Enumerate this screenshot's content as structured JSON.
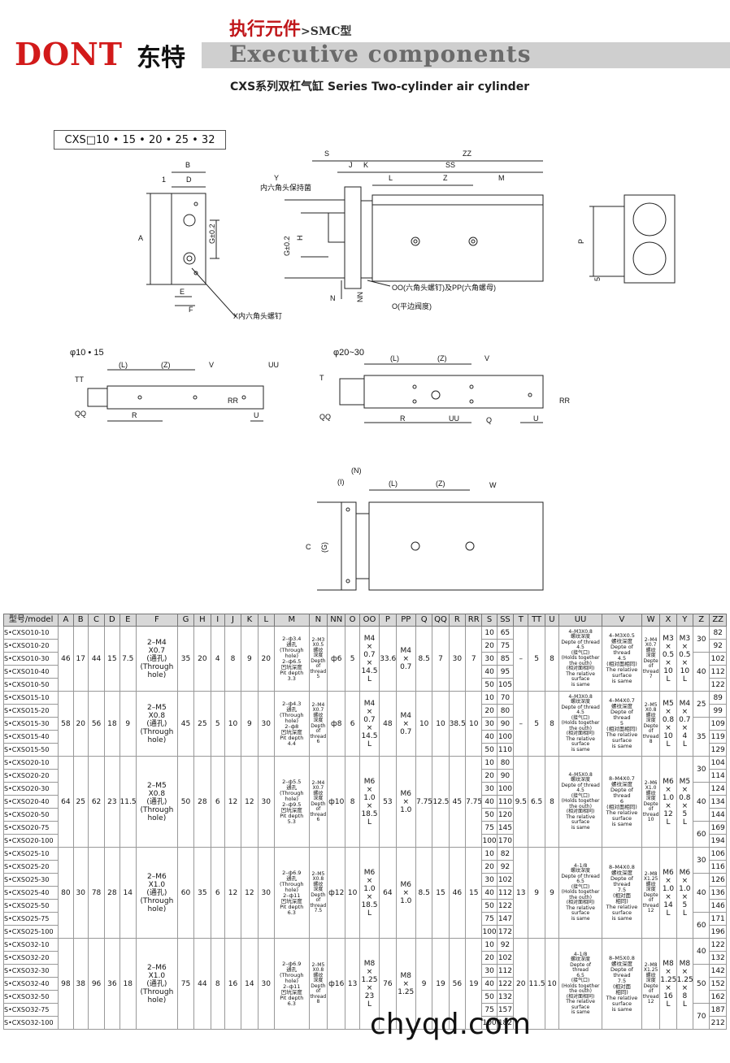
{
  "header": {
    "brand": "DONT",
    "brand_cn": "东特",
    "title_cn": "执行元件",
    "title_sub": ">SMC型",
    "banner": "Executive components",
    "series": "CXS系列双杠气缸  Series Two-cylinder air cylinder"
  },
  "drawing": {
    "model_range": "CXS□10 • 15 • 20 • 25 • 32",
    "label_phi_small": "φ10 • 15",
    "label_phi_large": "φ20~30",
    "note_hex_holder": "内六角头保持菌",
    "note_hex_screw": "X内六角头螺钉",
    "note_oo_pp": "OO(六角头螺钉)及PP(六角螺母)",
    "note_o": "O(平边阀度)",
    "dims": {
      "a": "A",
      "b": "B",
      "d": "D",
      "one": "1",
      "g": "G±0.2",
      "e": "E",
      "f": "F",
      "s": "S",
      "zz": "ZZ",
      "ss": "SS",
      "j": "J",
      "k": "K",
      "l": "L",
      "z": "Z",
      "m": "M",
      "y": "Y",
      "g2": "G±0.2",
      "h": "H",
      "n": "N",
      "nn": "NN",
      "p": "P",
      "five": "5",
      "paren_l": "(L)",
      "paren_z": "(Z)",
      "v": "V",
      "uu": "UU",
      "tt": "TT",
      "rr": "RR",
      "qq": "QQ",
      "r": "R",
      "u": "U",
      "t": "T",
      "q": "Q",
      "paren_n": "(N)",
      "paren_i": "(I)",
      "w": "W",
      "c": "C",
      "paren_g": "(G)"
    }
  },
  "table": {
    "headers": [
      "型号/model",
      "A",
      "B",
      "C",
      "D",
      "E",
      "F",
      "G",
      "H",
      "I",
      "J",
      "K",
      "L",
      "M",
      "N",
      "NN",
      "O",
      "OO",
      "P",
      "PP",
      "Q",
      "QQ",
      "R",
      "RR",
      "S",
      "SS",
      "T",
      "TT",
      "U",
      "UU",
      "V",
      "W",
      "X",
      "Y",
      "Z",
      "ZZ"
    ],
    "groups": [
      {
        "models": [
          "S•CXSO10-10",
          "S•CXSO10-20",
          "S•CXSO10-30",
          "S•CXSO10-40",
          "S•CXSO10-50"
        ],
        "S": [
          "10",
          "20",
          "30",
          "40",
          "50"
        ],
        "SS": [
          "65",
          "75",
          "85",
          "95",
          "105"
        ],
        "ZZ": [
          "82",
          "92",
          "102",
          "112",
          "122"
        ],
        "Z": [
          {
            "v": "30",
            "span": 2
          },
          {
            "v": "40",
            "span": 3
          }
        ],
        "common": {
          "A": "46",
          "B": "17",
          "C": "44",
          "D": "15",
          "E": "7.5",
          "F": "2–M4\nX0.7\n(通孔)\n(Through\nhole)",
          "G": "35",
          "H": "20",
          "I": "4",
          "J": "8",
          "K": "9",
          "L": "20",
          "M": "2–ф3.4\n通孔\n(Through\nhole)\n2–ф6.5\n凹坑深度\nPit depth\n3.3",
          "N": "2–M3\nX0.5\n螺纹\n深度\nDepth\nof\nthread\n5",
          "NN": "ф6",
          "O": "5",
          "OO": "M4\n×\n0.7\n×\n14.5\nL",
          "P": "33.6",
          "PP": "M4\n×\n0.7",
          "Q": "8.5",
          "QQ": "7",
          "R": "30",
          "RR": "7",
          "T": "–",
          "TT": "5",
          "U": "8",
          "UU": "4–M3X0.8\n螺纹深度\nDepte of thread\n4.5\n(接气口)\n(Holds together\nthe outh)\n(相对面相同)\nThe relative\nsurface\nis same",
          "V": "4–M3X0.5\n螺纹深度\nDepte of\nthread\n4.5\n(相对面相同)\nThe relative\nsurface\nis same",
          "W": "2–M4\nX0.7\n螺纹\n深度\nDepte\nof\nthread\n7",
          "X": "M3\n×\n0.5\n×\n10\nL",
          "Y": "M3\n×\n0.5\n×\n10\nL"
        }
      },
      {
        "models": [
          "S•CXSO15-10",
          "S•CXSO15-20",
          "S•CXSO15-30",
          "S•CXSO15-40",
          "S•CXSO15-50"
        ],
        "S": [
          "10",
          "20",
          "30",
          "40",
          "50"
        ],
        "SS": [
          "70",
          "80",
          "90",
          "100",
          "110"
        ],
        "ZZ": [
          "89",
          "99",
          "109",
          "119",
          "129"
        ],
        "Z": [
          {
            "v": "25",
            "span": 2
          },
          {
            "v": "35",
            "span": 3
          }
        ],
        "common": {
          "A": "58",
          "B": "20",
          "C": "56",
          "D": "18",
          "E": "9",
          "F": "2–M5\nX0.8\n(通孔)\n(Through\nhole)",
          "G": "45",
          "H": "25",
          "I": "5",
          "J": "10",
          "K": "9",
          "L": "30",
          "M": "2–ф4.3\n通孔\n(Through\nhole)\n2–ф8\n凹坑深度\nPit depth\n4.4",
          "N": "2–M4\nX0.7\n螺纹\n深度\nDepth\nof\nthread\n6",
          "NN": "ф8",
          "O": "6",
          "OO": "M4\n×\n0.7\n×\n14.5\nL",
          "P": "48",
          "PP": "M4\n×\n0.7",
          "Q": "10",
          "QQ": "10",
          "R": "38.5",
          "RR": "10",
          "T": "–",
          "TT": "5",
          "U": "8",
          "UU": "4–M3X0.8\n螺纹深度\nDepte of thread\n4.5\n(接气口)\n(Holds together\nthe outh)\n(相对面相同)\nThe relative\nsurface\nis same",
          "V": "4–M4X0.7\n螺纹深度\nDepte of\nthread\n5\n(相对面相同)\nThe relative\nsurface\nis same",
          "W": "2–M5\nX0.8\n螺纹\n深度\nDepte\nof\nthread\n8",
          "X": "M5\n×\n0.8\n×\n10\nL",
          "Y": "M4\n×\n0.7\n×\n4\nL"
        }
      },
      {
        "models": [
          "S•CXSO20-10",
          "S•CXSO20-20",
          "S•CXSO20-30",
          "S•CXSO20-40",
          "S•CXSO20-50",
          "S•CXSO20-75",
          "S•CXSO20-100"
        ],
        "S": [
          "10",
          "20",
          "30",
          "40",
          "50",
          "75",
          "100"
        ],
        "SS": [
          "80",
          "90",
          "100",
          "110",
          "120",
          "145",
          "170"
        ],
        "ZZ": [
          "104",
          "114",
          "124",
          "134",
          "144",
          "169",
          "194"
        ],
        "Z": [
          {
            "v": "30",
            "span": 2
          },
          {
            "v": "40",
            "span": 3
          },
          {
            "v": "60",
            "span": 2
          }
        ],
        "common": {
          "A": "64",
          "B": "25",
          "C": "62",
          "D": "23",
          "E": "11.5",
          "F": "2–M5\nX0.8\n(通孔)\n(Through\nhole)",
          "G": "50",
          "H": "28",
          "I": "6",
          "J": "12",
          "K": "12",
          "L": "30",
          "M": "2–ф5.5\n通孔\n(Through\nhole)\n2–ф9.5\n凹坑深度\nPit depth\n5.3",
          "N": "2–M4\nX0.7\n螺纹\n深度\nDepth\nof\nthread\n6",
          "NN": "ф10",
          "O": "8",
          "OO": "M6\n×\n1.0\n×\n18.5\nL",
          "P": "53",
          "PP": "M6\n×\n1.0",
          "Q": "7.75",
          "QQ": "12.5",
          "R": "45",
          "RR": "7.75",
          "T": "9.5",
          "TT": "6.5",
          "U": "8",
          "UU": "4–M5X0.8\n螺纹深度\nDepte of thread\n4.5\n(接气口)\n(Holds together\nthe outh)\n(相对面相同)\nThe relative\nsurface\nis same",
          "V": "8–M4X0.7\n螺纹深度\nDepte of\nthread\n6\n(相对面相同)\nThe relative\nsurface\nis same",
          "W": "2–M6\nX1.0\n螺纹\n深度\nDepte\nof\nthread\n10",
          "X": "M6\n×\n1.0\n×\n12\nL",
          "Y": "M5\n×\n0.8\n×\n5\nL"
        }
      },
      {
        "models": [
          "S•CXSO25-10",
          "S•CXSO25-20",
          "S•CXSO25-30",
          "S•CXSO25-40",
          "S•CXSO25-50",
          "S•CXSO25-75",
          "S•CXSO25-100"
        ],
        "S": [
          "10",
          "20",
          "30",
          "40",
          "50",
          "75",
          "100"
        ],
        "SS": [
          "82",
          "92",
          "102",
          "112",
          "122",
          "147",
          "172"
        ],
        "ZZ": [
          "106",
          "116",
          "126",
          "136",
          "146",
          "171",
          "196"
        ],
        "Z": [
          {
            "v": "30",
            "span": 2
          },
          {
            "v": "40",
            "span": 3
          },
          {
            "v": "60",
            "span": 2
          }
        ],
        "common": {
          "A": "80",
          "B": "30",
          "C": "78",
          "D": "28",
          "E": "14",
          "F": "2–M6\nX1.0\n(通孔)\n(Through\nhole)",
          "G": "60",
          "H": "35",
          "I": "6",
          "J": "12",
          "K": "12",
          "L": "30",
          "M": "2–ф6.9\n通孔\n(Through\nhole)\n2–ф11\n凹坑深度\nPit depth\n6.3",
          "N": "2–M5\nX0.8\n螺纹\n深度\nDepth\nof\nthread\n7.5",
          "NN": "ф12",
          "O": "10",
          "OO": "M6\n×\n1.0\n×\n18.5\nL",
          "P": "64",
          "PP": "M6\n×\n1.0",
          "Q": "8.5",
          "QQ": "15",
          "R": "46",
          "RR": "15",
          "T": "13",
          "TT": "9",
          "U": "9",
          "UU": "4–1/8\n螺纹深度\nDepte of thread\n6.5\n(接气口)\n(Holds together\nthe outh)\n(相对面相同)\nThe relative\nsurface\nis same",
          "V": "8–M4X0.8\n螺纹深度\nDepte of\nthread\n7.5\n(相对面\n相同)\nThe relative\nsurface\nis same",
          "W": "2–M8\nX1.25\n螺纹\n深度\nDepte\nof\nthread\n12",
          "X": "M6\n×\n1.0\n×\n14\nL",
          "Y": "M6\n×\n1.0\n×\n5\nL"
        }
      },
      {
        "models": [
          "S•CXSO32-10",
          "S•CXSO32-20",
          "S•CXSO32-30",
          "S•CXSO32-40",
          "S•CXSO32-50",
          "S•CXSO32-75",
          "S•CXSO32-100"
        ],
        "S": [
          "10",
          "20",
          "30",
          "40",
          "50",
          "75",
          "100"
        ],
        "SS": [
          "92",
          "102",
          "112",
          "122",
          "132",
          "157",
          "182"
        ],
        "ZZ": [
          "122",
          "132",
          "142",
          "152",
          "162",
          "187",
          "212"
        ],
        "Z": [
          {
            "v": "40",
            "span": 2
          },
          {
            "v": "50",
            "span": 3
          },
          {
            "v": "70",
            "span": 2
          }
        ],
        "common": {
          "A": "98",
          "B": "38",
          "C": "96",
          "D": "36",
          "E": "18",
          "F": "2–M6\nX1.0\n(通孔)\n(Through\nhole)",
          "G": "75",
          "H": "44",
          "I": "8",
          "J": "16",
          "K": "14",
          "L": "30",
          "M": "2–ф6.9\n通孔\n(Through\nhole)\n2–ф11\n凹坑深度\nPit depth\n6.3",
          "N": "2–M5\nX0.8\n螺纹\n深度\nDepth\nof\nthread\n8",
          "NN": "ф16",
          "O": "13",
          "OO": "M8\n×\n1.25\n×\n23\nL",
          "P": "76",
          "PP": "M8\n×\n1.25",
          "Q": "9",
          "QQ": "19",
          "R": "56",
          "RR": "19",
          "T": "20",
          "TT": "11.5",
          "U": "10",
          "UU": "4–1/8\n螺纹深度\nDepte of\nthread\n6.5\n(接气口)\n(Holds together\nthe outh)\n(相对面相同)\nThe relative\nsurface\nis same",
          "V": "8–M5X0.8\n螺纹深度\nDepte of\nthread\n7.5\n(相对面\n相同)\nThe relative\nsurface\nis same",
          "W": "2–M8\nX1.25\n螺纹\n深度\nDepte\nof\nthread\n12",
          "X": "M8\n×\n1.25\n×\n16\nL",
          "Y": "M8\n×\n1.25\n×\n8\nL"
        }
      }
    ]
  },
  "watermark": "chyqd.com"
}
